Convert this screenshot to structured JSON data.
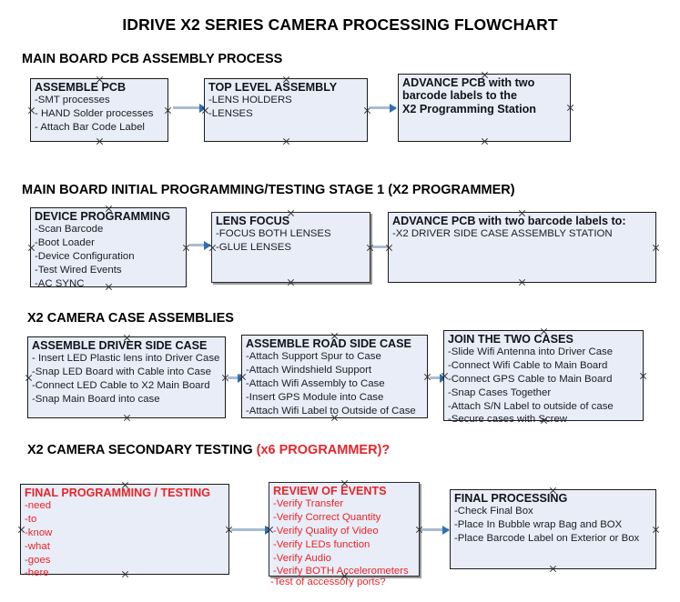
{
  "title": "IDRIVE X2  SERIES CAMERA PROCESSING FLOWCHART",
  "colors": {
    "box_fill": "#e8edf7",
    "box_border": "#1b1b1b",
    "red_text": "#e8252a",
    "connector": "#a8bcd0",
    "arrow_head": "#2f6fb5"
  },
  "sections": [
    {
      "heading": "MAIN BOARD PCB ASSEMBLY PROCESS",
      "heading_red": "",
      "boxes": [
        {
          "title": "ASSEMBLE PCB",
          "lines": [
            "-SMT processes",
            "- HAND Solder processes",
            "- Attach Bar Code Label"
          ]
        },
        {
          "title": "TOP LEVEL ASSEMBLY",
          "lines": [
            "-LENS HOLDERS",
            "-LENSES"
          ]
        },
        {
          "title": "ADVANCE PCB with two",
          "title2": "barcode labels to the",
          "title3": " X2 Programming Station",
          "lines": []
        }
      ]
    },
    {
      "heading": "MAIN BOARD INITIAL PROGRAMMING/TESTING STAGE 1 (X2 PROGRAMMER)",
      "heading_red": "",
      "boxes": [
        {
          "title": "DEVICE PROGRAMMING",
          "lines": [
            "-Scan Barcode",
            "-Boot Loader",
            "-Device Configuration",
            "-Test Wired Events",
            "-AC SYNC"
          ]
        },
        {
          "title": "LENS FOCUS",
          "lines": [
            "-FOCUS BOTH LENSES",
            "-GLUE LENSES"
          ]
        },
        {
          "title": "ADVANCE PCB with two barcode labels to:",
          "lines": [
            "-X2 DRIVER  SIDE  CASE  ASSEMBLY STATION"
          ]
        }
      ]
    },
    {
      "heading": "X2 CAMERA CASE ASSEMBLIES",
      "heading_red": "",
      "boxes": [
        {
          "title": "ASSEMBLE DRIVER SIDE CASE",
          "lines": [
            "- Insert LED Plastic lens into Driver Case",
            "-Snap LED Board with Cable into Case",
            "-Connect LED Cable to X2 Main Board",
            "-Snap Main Board into case"
          ]
        },
        {
          "title": "ASSEMBLE ROAD SIDE CASE",
          "lines": [
            "-Attach Support Spur to Case",
            "-Attach Windshield Support",
            "-Attach Wifi Assembly to Case",
            "-Insert GPS Module into Case",
            "-Attach Wifi Label to Outside of Case"
          ]
        },
        {
          "title": "JOIN THE TWO CASES",
          "lines": [
            "-Slide Wifi Antenna into Driver Case",
            "-Connect Wifi Cable to Main Board",
            "-Connect GPS Cable to Main Board",
            "-Snap Cases Together",
            "-Attach S/N Label to outside of case",
            "-Secure cases with Screw"
          ]
        }
      ]
    },
    {
      "heading": "X2 CAMERA SECONDARY TESTING ",
      "heading_red": "(x6 PROGRAMMER)?",
      "boxes": [
        {
          "title": "FINAL PROGRAMMING / TESTING",
          "lines": [
            "-need",
            "-to",
            "-know",
            "-what",
            "-goes",
            "-here"
          ]
        },
        {
          "title": "REVIEW OF EVENTS",
          "lines": [
            "-Verify Transfer",
            "-Verify Correct Quantity",
            "-Verify Quality of Video",
            "-Verify LEDs function",
            "-Verify Audio",
            "-Verify BOTH Accelerometers"
          ],
          "overflow_line": "-Test of accessory ports?"
        },
        {
          "title": "FINAL PROCESSING",
          "lines": [
            " -Check Final Box",
            "-Place In Bubble wrap Bag and BOX",
            "-Place Barcode Label on Exterior or Box"
          ]
        }
      ]
    }
  ]
}
